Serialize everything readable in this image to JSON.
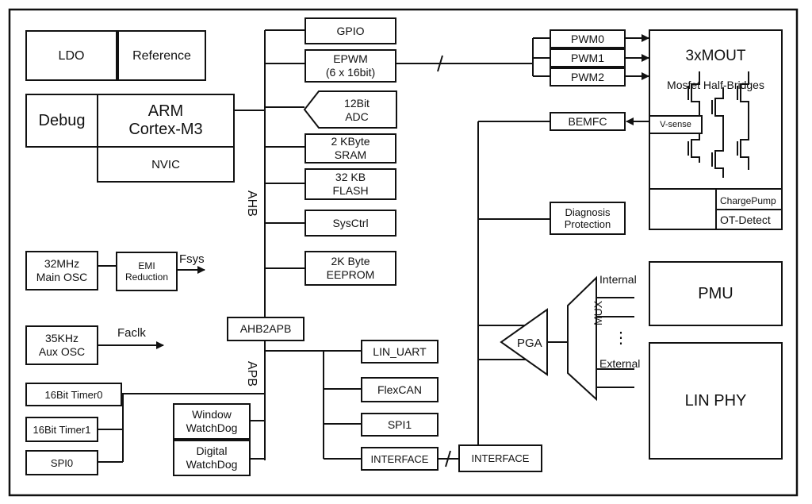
{
  "core": {
    "ldo": "LDO",
    "reference": "Reference",
    "debug": "Debug",
    "arm": "ARM\nCortex-M3",
    "nvic": "NVIC"
  },
  "clocks": {
    "main_osc": "32MHz\nMain OSC",
    "emi": "EMI\nReduction",
    "fsys": "Fsys",
    "aux_osc": "35KHz\nAux OSC",
    "faclk": "Faclk"
  },
  "timers": {
    "timer0": "16Bit Timer0",
    "timer1": "16Bit Timer1",
    "spi0": "SPI0"
  },
  "watchdog": {
    "window": "Window\nWatchDog",
    "digital": "Digital\nWatchDog"
  },
  "bus": {
    "ahb": "AHB",
    "apb": "APB",
    "bridge": "AHB2APB"
  },
  "ahb_peripherals": {
    "gpio": "GPIO",
    "epwm": "EPWM\n(6 x 16bit)",
    "adc": "12Bit\nADC",
    "sram": "2 KByte\nSRAM",
    "flash": "32 KB\nFLASH",
    "sysctrl": "SysCtrl",
    "eeprom": "2K Byte\nEEPROM"
  },
  "apb_peripherals": {
    "lin_uart": "LIN_UART",
    "flexcan": "FlexCAN",
    "spi1": "SPI1",
    "interface_left": "INTERFACE",
    "interface_right": "INTERFACE"
  },
  "analog": {
    "pwm0": "PWM0",
    "pwm1": "PWM1",
    "pwm2": "PWM2",
    "bemfc": "BEMFC",
    "diagnosis": "Diagnosis\nProtection",
    "pga": "PGA",
    "mux": "MUX",
    "internal": "Internal",
    "external": "External",
    "dots": "⋮"
  },
  "mout": {
    "title": "3xMOUT",
    "subtitle": "Mosfet Half-Bridges",
    "vsense": "V-sense",
    "chargepump": "ChargePump",
    "ot_detect": "OT-Detect"
  },
  "power": {
    "pmu": "PMU",
    "lin_phy": "LIN PHY"
  }
}
